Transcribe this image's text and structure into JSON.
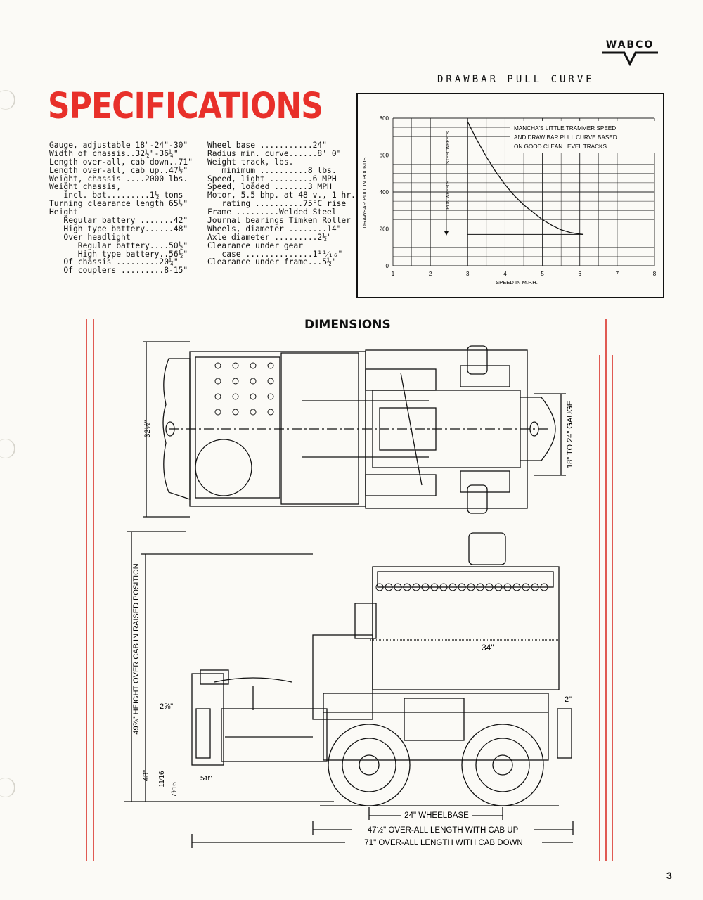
{
  "brand": {
    "logo_text": "WABCO"
  },
  "title": "SPECIFICATIONS",
  "specs_left": [
    "Gauge, adjustable 18\"-24\"-30\"",
    "Width of chassis..32½\"-36¼\"",
    "Length over-all, cab down..71\"",
    "Length over-all, cab up..47½\"",
    "Weight, chassis ....2000 lbs.",
    "Weight chassis,",
    "   incl. bat.........1½ tons",
    "Turning clearance length 65½\"",
    "Height",
    "   Regular battery .......42\"",
    "   High type battery......48\"",
    "   Over headlight",
    "      Regular battery....50½\"",
    "      High type battery..56½\"",
    "   Of chassis .........20¼\"",
    "   Of couplers .........8-15\""
  ],
  "specs_right": [
    "Wheel base ...........24\"",
    "Radius min. curve......8' 0\"",
    "Weight track, lbs.",
    "   minimum ..........8 lbs.",
    "Speed, light .........6 MPH",
    "Speed, loaded .......3 MPH",
    "Motor, 5.5 bhp. at 48 v., 1 hr.",
    "   rating ..........75°C rise",
    "Frame .........Welded Steel",
    "Journal bearings Timken Roller",
    "Wheels, diameter ........14\"",
    "Axle diameter .........2½\"",
    "Clearance under gear",
    "   case ..............1¹¹⁄₁₆\"",
    "Clearance under frame...5½\""
  ],
  "chart_data": {
    "type": "line",
    "title": "DRAWBAR PULL CURVE",
    "xlabel": "SPEED IN M.P.H.",
    "ylabel": "DRAWBAR PULL IN POUNDS",
    "xlim": [
      1,
      8
    ],
    "ylim": [
      0,
      800
    ],
    "x_ticks": [
      "1",
      "2",
      "3",
      "4",
      "5",
      "6",
      "7",
      "8"
    ],
    "y_ticks": [
      "0",
      "200",
      "400",
      "600",
      "800"
    ],
    "grid": true,
    "annotation": [
      "MANCHA'S LITTLE TRAMMER SPEED",
      "AND DRAW BAR PULL CURVE BASED",
      "ON GOOD CLEAN LEVEL TRACKS."
    ],
    "zone_labels": [
      "STEEL WHEELS",
      "IRON WHEELS"
    ],
    "series": [
      {
        "x": [
          3.0,
          3.25,
          3.5,
          3.75,
          4.0,
          4.25,
          4.5,
          4.75,
          5.0,
          5.25,
          5.5,
          5.75,
          6.0,
          6.1
        ],
        "y": [
          780,
          680,
          590,
          510,
          440,
          380,
          330,
          290,
          250,
          220,
          195,
          180,
          172,
          170
        ]
      }
    ]
  },
  "dimensions": {
    "heading": "DIMENSIONS",
    "width": "32½\"",
    "gauge": "18\" TO 24\" GAUGE",
    "height_raised": "49⅞\" HEIGHT OVER CAB IN RAISED POSITION",
    "height_48": "48\"",
    "d_2_5_8": "2⅝\"",
    "d_11_16": "11⁄16",
    "d_7_3_16": "7³⁄16",
    "d_5_8": "5⁄8\"",
    "d_34": "34\"",
    "d_2": "2\"",
    "wheelbase": "24\" WHEELBASE",
    "len_cab_up": "47½\" OVER-ALL LENGTH WITH CAB UP",
    "len_cab_down": "71\" OVER-ALL LENGTH WITH CAB DOWN"
  },
  "page_number": "3"
}
